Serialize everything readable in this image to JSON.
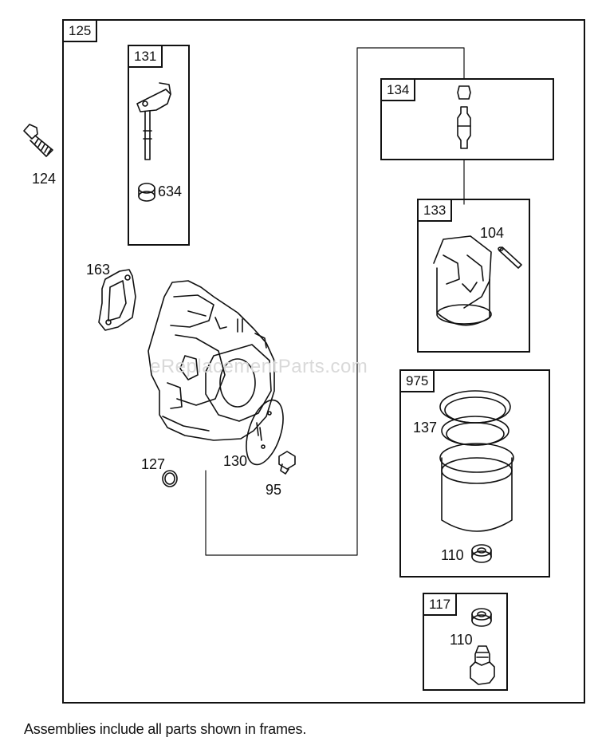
{
  "frames": {
    "main": "125",
    "f131": "131",
    "f134": "134",
    "f133": "133",
    "f975": "975",
    "f117": "117"
  },
  "parts": {
    "p124": "124",
    "p634": "634",
    "p163": "163",
    "p104": "104",
    "p137": "137",
    "p127": "127",
    "p130": "130",
    "p95": "95",
    "p110a": "110",
    "p110b": "110"
  },
  "watermark": "eReplacementParts.com",
  "footer_note": "Assemblies include all parts shown in frames."
}
